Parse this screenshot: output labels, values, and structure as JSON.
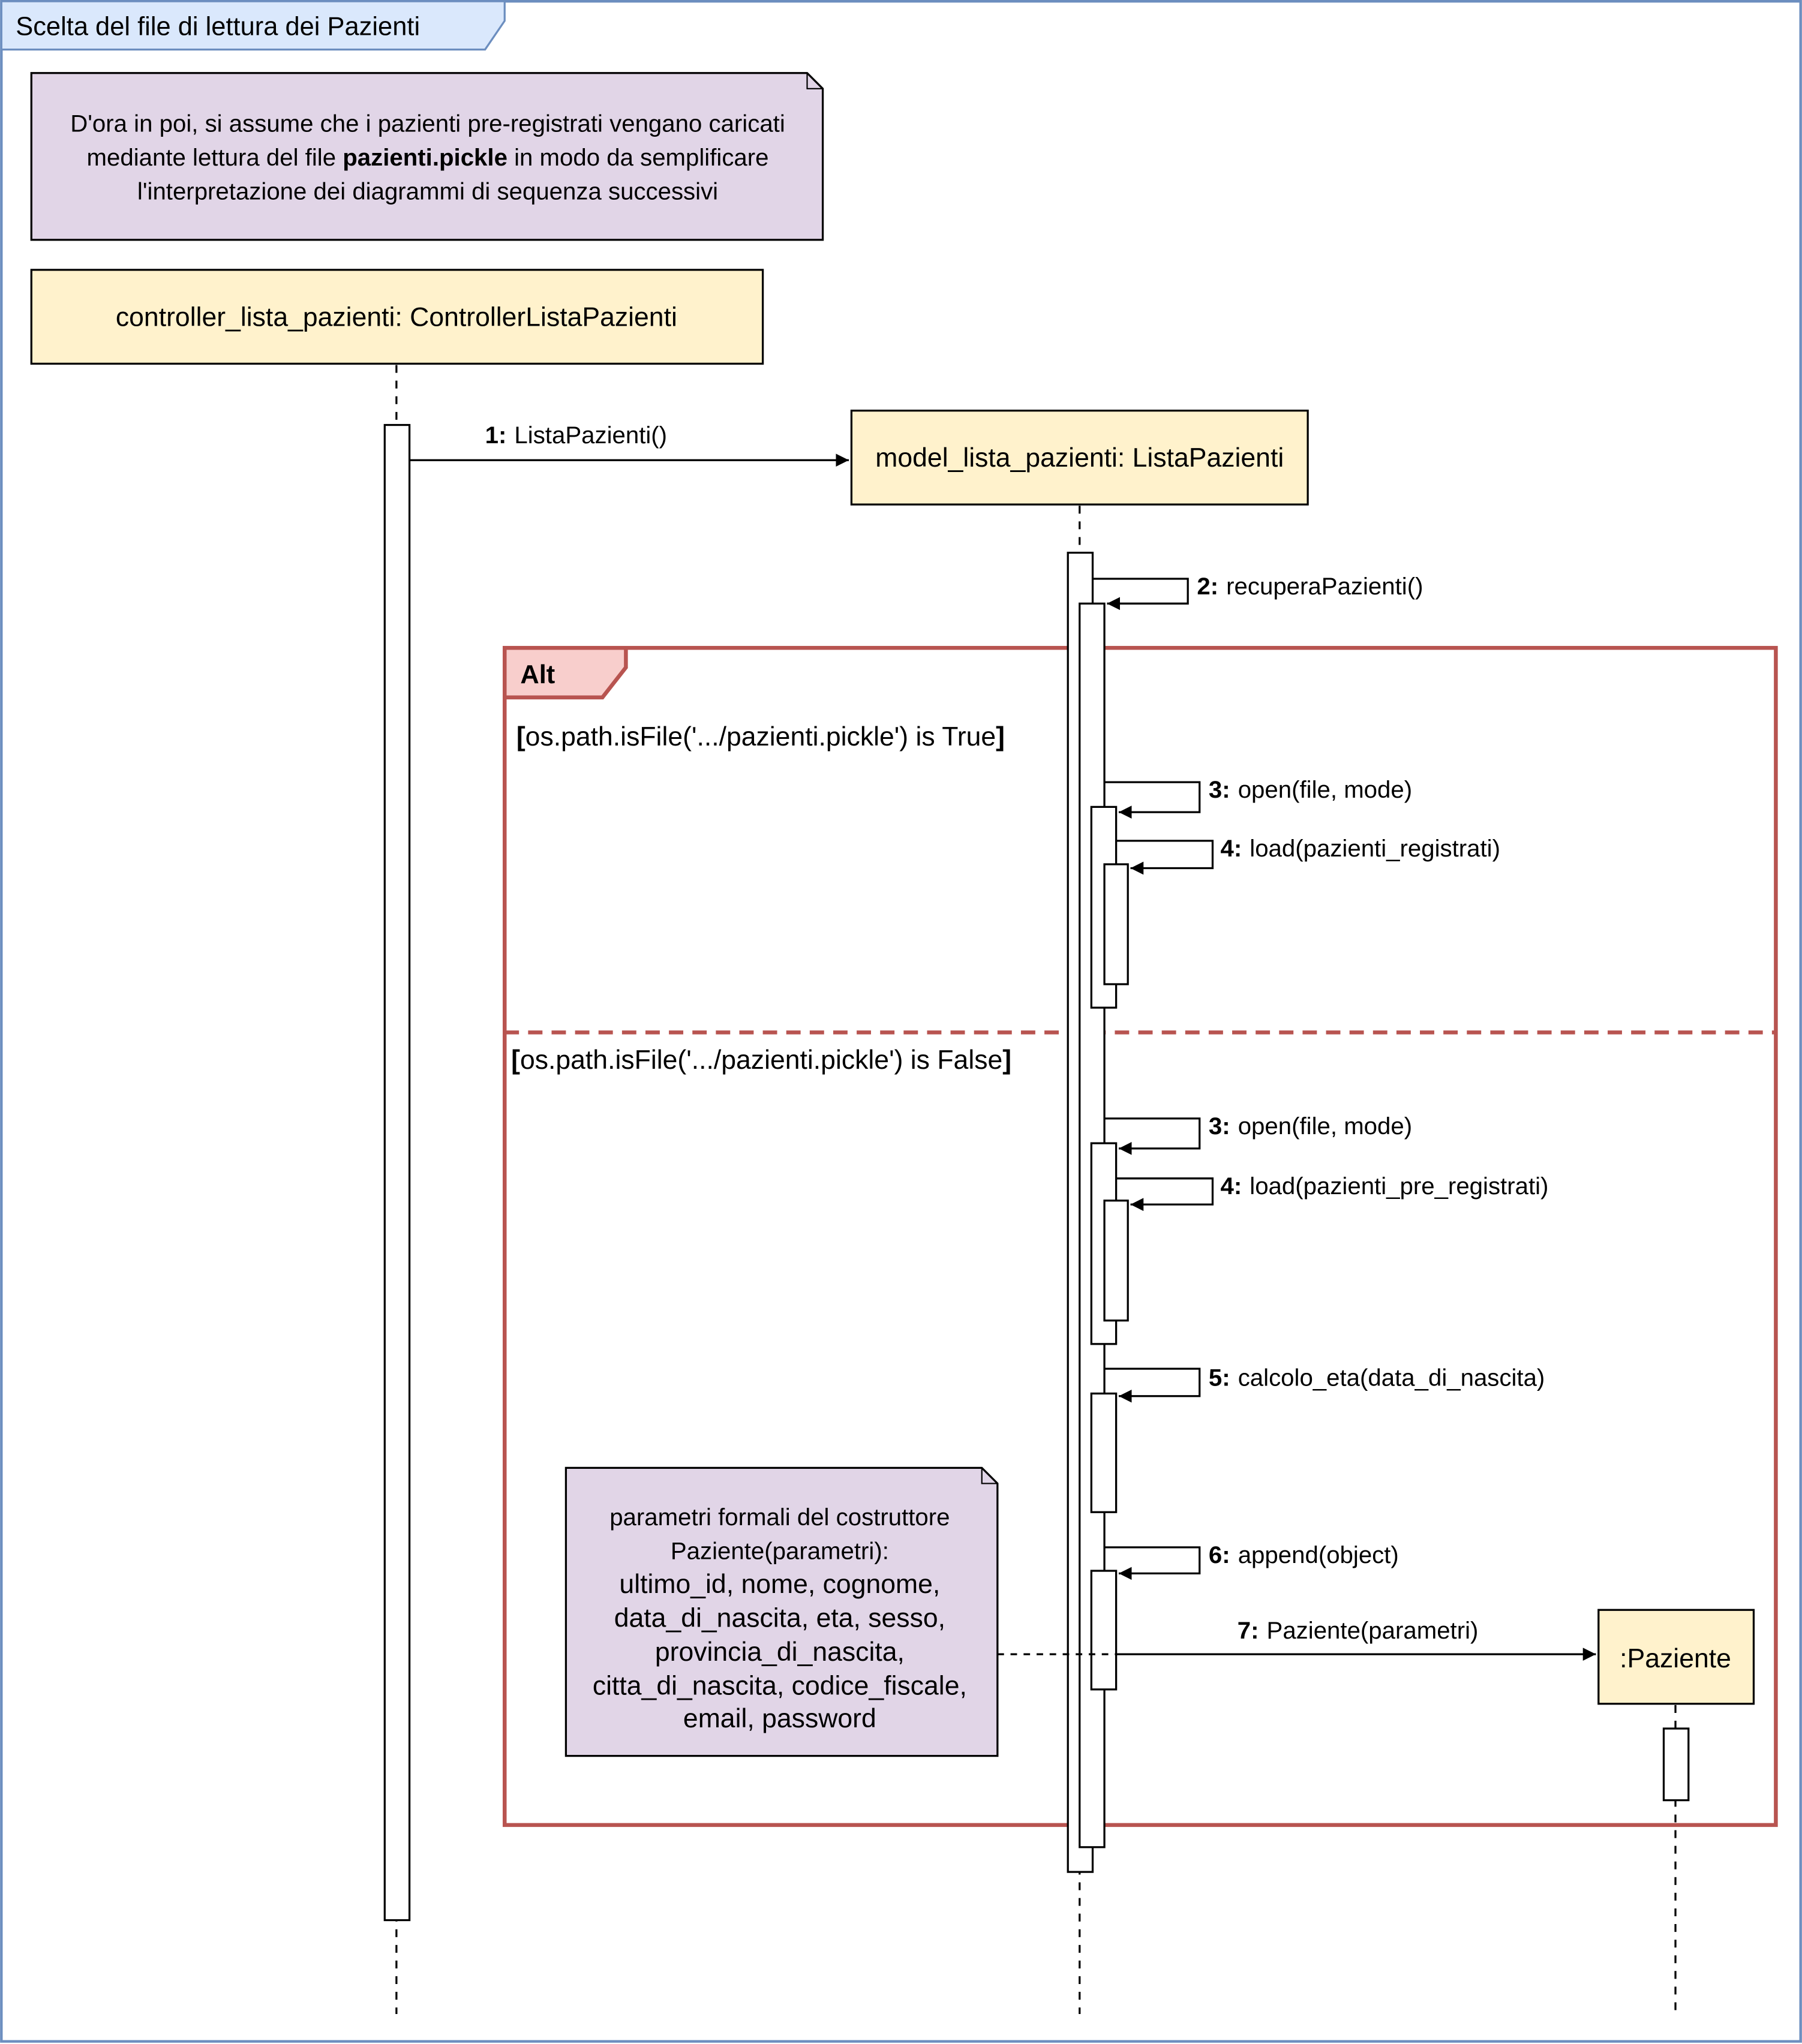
{
  "frame": {
    "title": "Scelta del file di lettura dei Pazienti"
  },
  "note_top": {
    "line1": "D'ora in poi, si assume che i pazienti pre-registrati vengano caricati",
    "line2_before": "mediante lettura del file ",
    "line2_bold": "pazienti.pickle",
    "line2_after": " in modo da semplificare",
    "line3": "l'interpretazione dei diagrammi di sequenza successivi"
  },
  "lifelines": {
    "controller": "controller_lista_pazienti: ControllerListaPazienti",
    "model": "model_lista_pazienti: ListaPazienti",
    "paziente": ":Paziente"
  },
  "alt": {
    "label": "Alt",
    "guard_true": "os.path.isFile('.../pazienti.pickle') is True",
    "guard_false": "os.path.isFile('.../pazienti.pickle') is False"
  },
  "messages": {
    "m1": {
      "num": "1:",
      "text": "ListaPazienti()"
    },
    "m2": {
      "num": "2:",
      "text": "recuperaPazienti()"
    },
    "m3a": {
      "num": "3:",
      "text": "open(file, mode)"
    },
    "m4a": {
      "num": "4:",
      "text": "load(pazienti_registrati)"
    },
    "m3b": {
      "num": "3:",
      "text": "open(file, mode)"
    },
    "m4b": {
      "num": "4:",
      "text": "load(pazienti_pre_registrati)"
    },
    "m5": {
      "num": "5:",
      "text": "calcolo_eta(data_di_nascita)"
    },
    "m6": {
      "num": "6:",
      "text": "append(object)"
    },
    "m7": {
      "num": "7:",
      "text": "Paziente(parametri)"
    }
  },
  "note_params": {
    "line1": "parametri formali del costruttore",
    "line2": "Paziente(parametri):",
    "line3": "ultimo_id, nome, cognome,",
    "line4": "data_di_nascita, eta, sesso,",
    "line5": "provincia_di_nascita,",
    "line6": "citta_di_nascita, codice_fiscale,",
    "line7": "email, password"
  },
  "colors": {
    "frame_border": "#6c8ebf",
    "frame_title_fill": "#dae8fc",
    "note_fill": "#e1d5e7",
    "lifeline_fill": "#fff2cc",
    "alt_border": "#b85450",
    "alt_label_fill": "#f8cecc"
  }
}
